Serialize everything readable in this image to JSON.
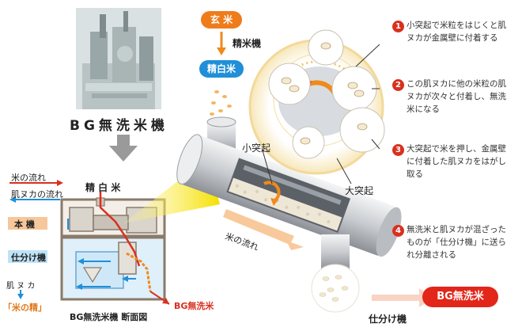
{
  "photo": {
    "caption": "BG無洗米機"
  },
  "section": {
    "legend": {
      "rice_flow": "米の流れ",
      "bran_flow": "肌ヌカの流れ"
    },
    "polished_rice": "精 白 米",
    "main_unit": "本  機",
    "sorter": "仕分け機",
    "bran": "肌 ヌ カ",
    "kome_no_sei": "「米の精」",
    "bg_rice": "BG無洗米",
    "caption": "BG無洗米機  断面図"
  },
  "process": {
    "brown_rice": "玄  米",
    "polisher": "精米機",
    "polished_rice": "精白米",
    "small_protrusion": "小突起",
    "large_protrusion": "大突起",
    "rice_flow": "米の流れ",
    "sorter": "仕分け機",
    "bg_rice": "BG無洗米"
  },
  "notes": [
    {
      "num": "1",
      "text": "小突起で米粒をはじくと肌ヌカが金属壁に付着する"
    },
    {
      "num": "2",
      "text": "この肌ヌカに他の米粒の肌ヌカが次々と付着し、無洗米になる"
    },
    {
      "num": "3",
      "text": "大突起で米を押し、金属壁に付着した肌ヌカをはがし取る"
    },
    {
      "num": "4",
      "text": "無洗米と肌ヌカが混ざったものが「仕分け機」に送られ分離される"
    }
  ],
  "colors": {
    "accent_red": "#d9301f",
    "orange": "#f08a1c",
    "blue": "#1f8fd8",
    "frame": "#8a7a6a"
  }
}
